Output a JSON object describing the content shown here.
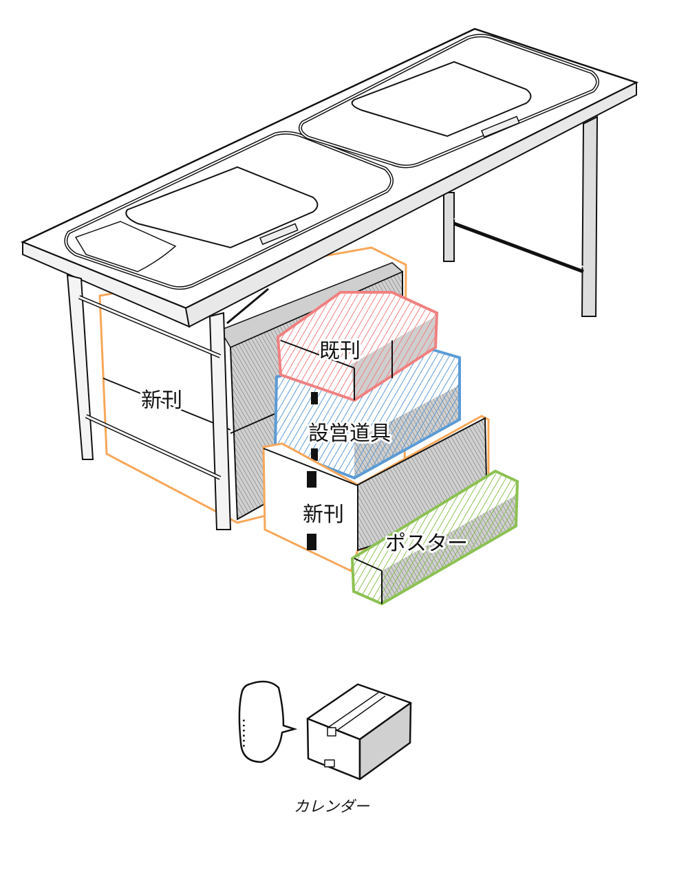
{
  "illustration": {
    "subject": "folding table with two folded chairs and boxes stored underneath",
    "labels": {
      "new_books_back": "新刊",
      "back_issues": "既刊",
      "setup_tools": "設営道具",
      "new_books_front": "新刊",
      "poster": "ポスター",
      "calendar": "カレンダー"
    },
    "speech_bubble": "……",
    "colors": {
      "new_books_outline": "#f7a75a",
      "back_issues_outline": "#f08080",
      "setup_tools_outline": "#5b9bd5",
      "poster_outline": "#8cc152",
      "shadow_gray": "#cfcfcf"
    }
  }
}
